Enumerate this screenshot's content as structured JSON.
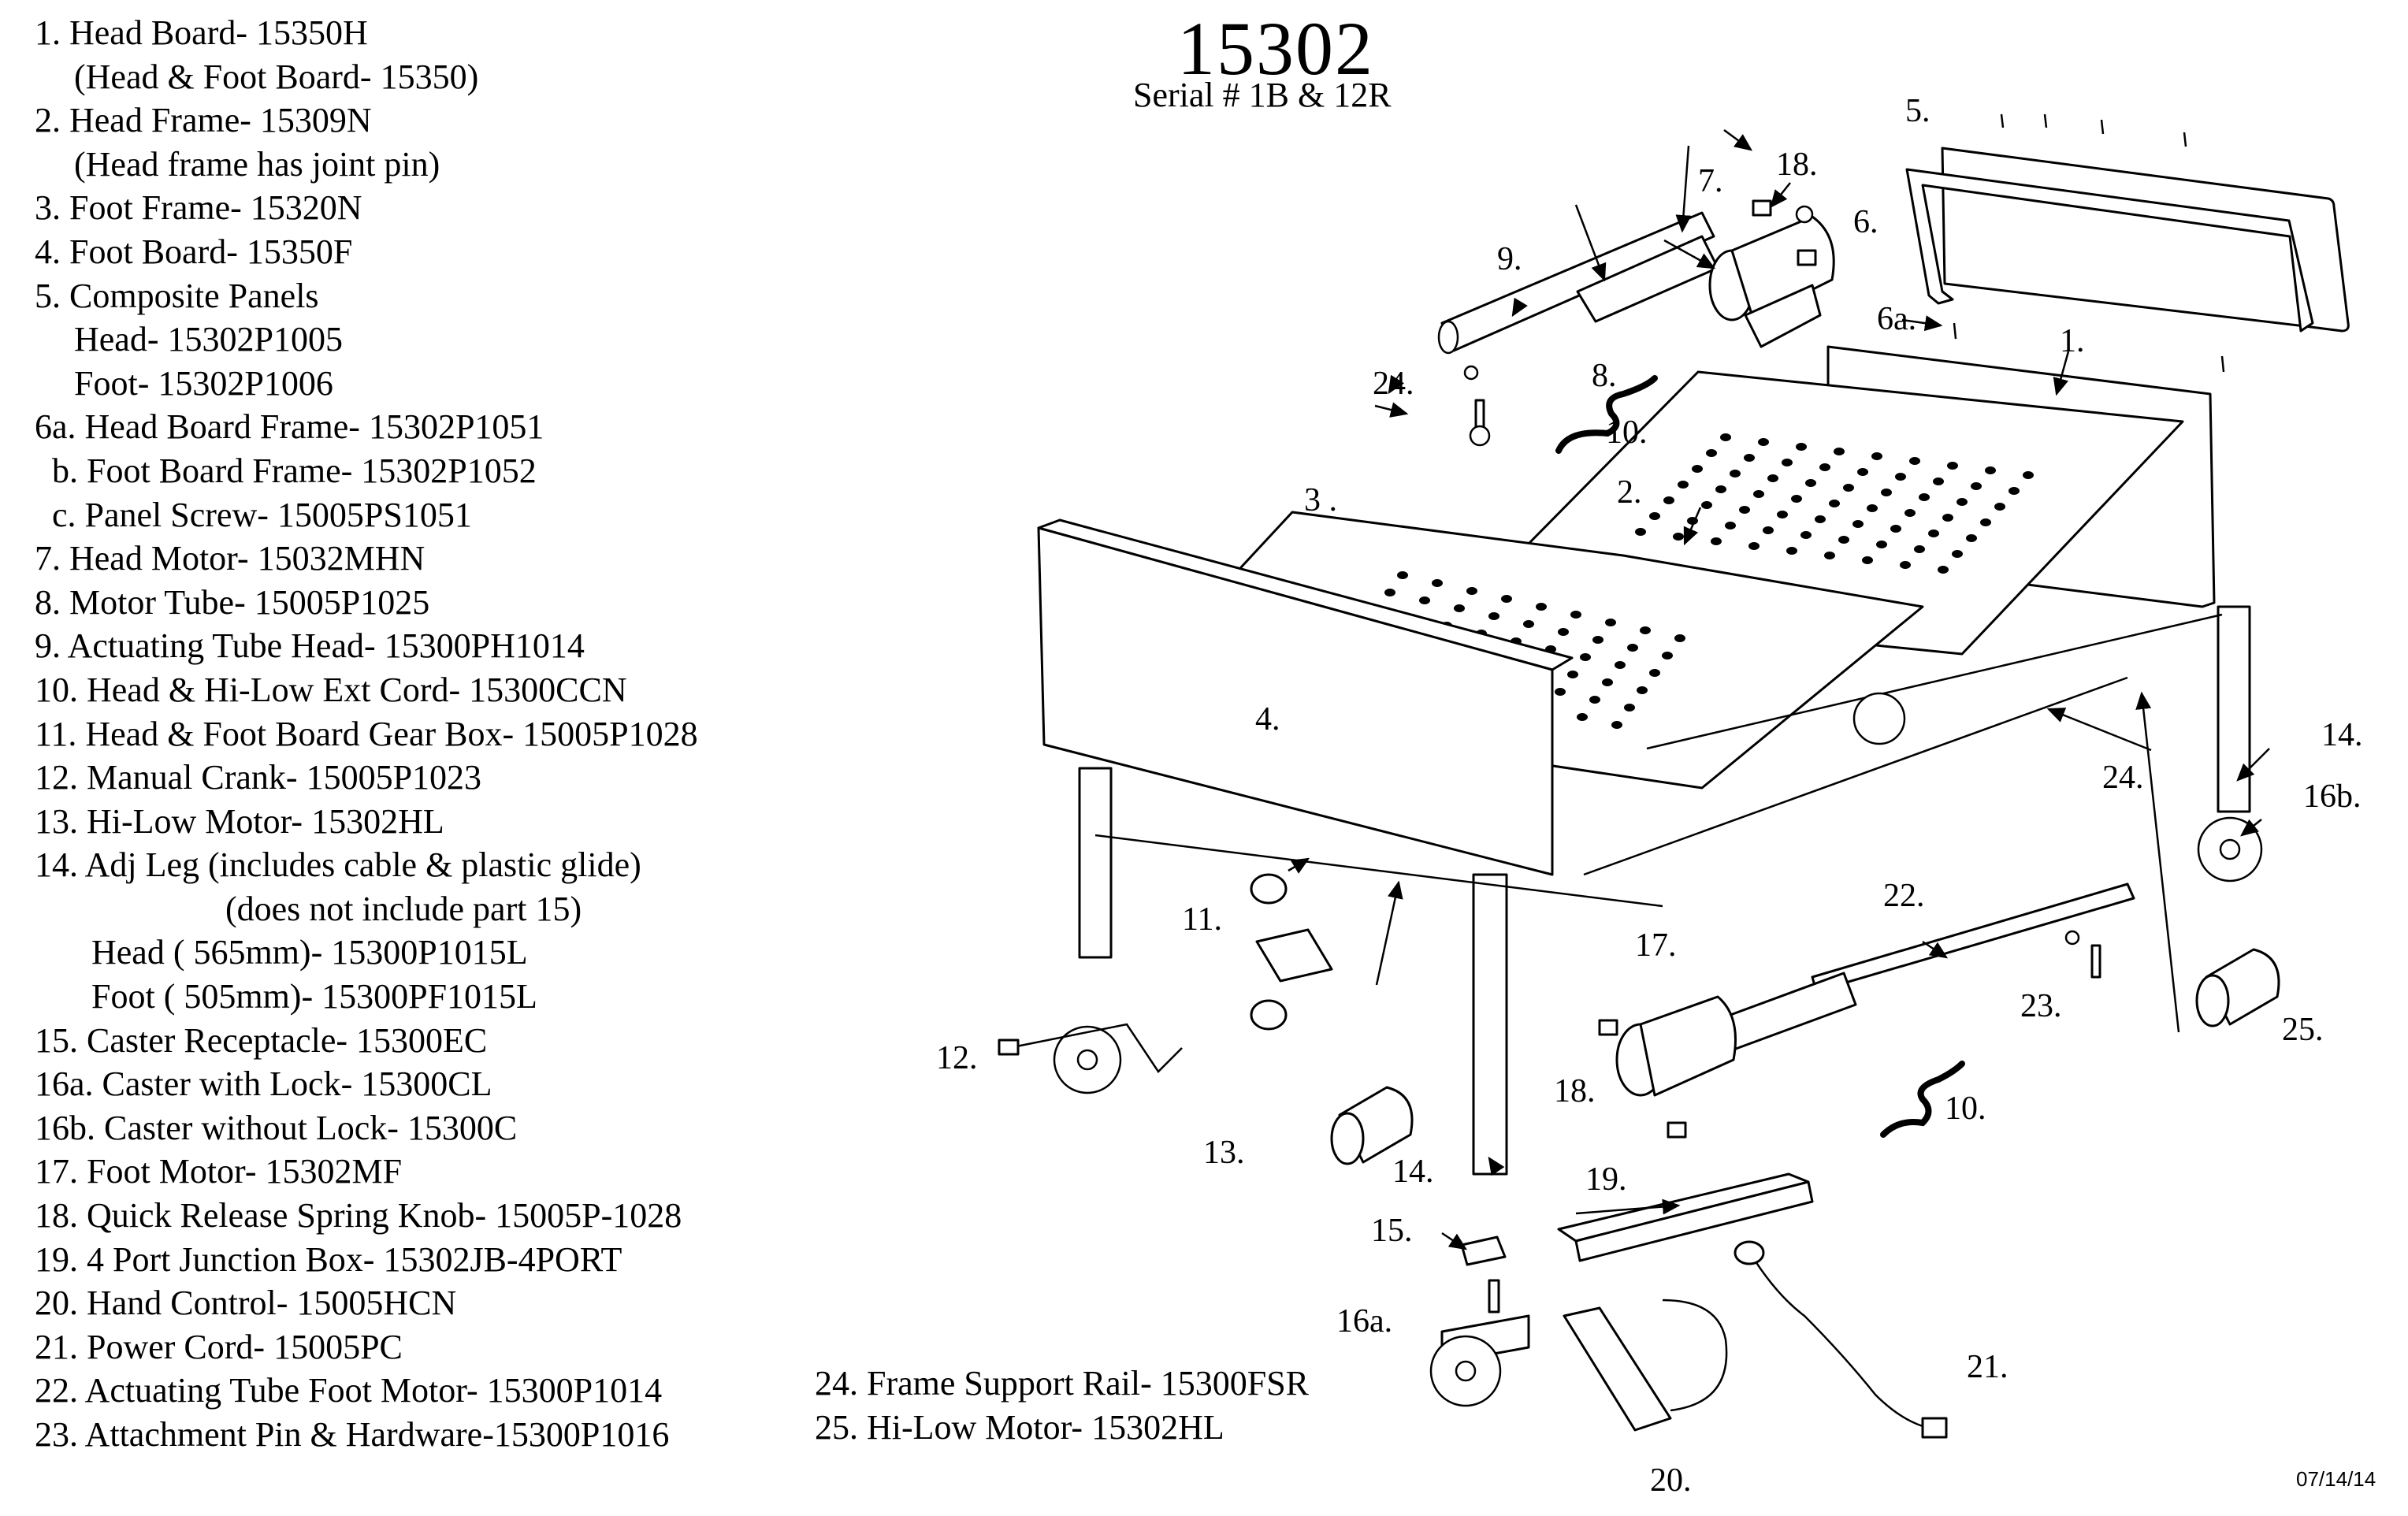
{
  "header": {
    "model_number": "15302",
    "serial": "Serial # 1B & 12R"
  },
  "footer": {
    "date": "07/14/14"
  },
  "parts_list": [
    {
      "text": "1. Head Board- 15350H",
      "indent": "none"
    },
    {
      "text": "(Head & Foot Board- 15350)",
      "indent": "sub"
    },
    {
      "text": "2. Head Frame- 15309N",
      "indent": "none"
    },
    {
      "text": "(Head frame has joint pin)",
      "indent": "sub"
    },
    {
      "text": "3. Foot Frame- 15320N",
      "indent": "none"
    },
    {
      "text": "4. Foot Board- 15350F",
      "indent": "none"
    },
    {
      "text": "5. Composite Panels",
      "indent": "none"
    },
    {
      "text": "Head- 15302P1005",
      "indent": "sub"
    },
    {
      "text": "Foot- 15302P1006",
      "indent": "sub"
    },
    {
      "text": "6a. Head Board Frame- 15302P1051",
      "indent": "none"
    },
    {
      "text": "b. Foot Board Frame- 15302P1052",
      "indent": "letter"
    },
    {
      "text": "c. Panel Screw- 15005PS1051",
      "indent": "letter"
    },
    {
      "text": "7. Head Motor- 15032MHN",
      "indent": "none"
    },
    {
      "text": "8. Motor Tube- 15005P1025",
      "indent": "none"
    },
    {
      "text": "9. Actuating Tube Head- 15300PH1014",
      "indent": "none"
    },
    {
      "text": "10. Head & Hi-Low Ext Cord- 15300CCN",
      "indent": "none"
    },
    {
      "text": "11. Head & Foot Board Gear Box- 15005P1028",
      "indent": "none"
    },
    {
      "text": "12. Manual Crank- 15005P1023",
      "indent": "none"
    },
    {
      "text": "13. Hi-Low Motor- 15302HL",
      "indent": "none"
    },
    {
      "text": "14. Adj Leg (includes cable & plastic glide)",
      "indent": "none"
    },
    {
      "text": "(does not include part 15)",
      "indent": "deep"
    },
    {
      "text": "Head ( 565mm)- 15300P1015L",
      "indent": "sub2"
    },
    {
      "text": "Foot ( 505mm)- 15300PF1015L",
      "indent": "sub2"
    },
    {
      "text": "15. Caster Receptacle- 15300EC",
      "indent": "none"
    },
    {
      "text": "16a. Caster with Lock- 15300CL",
      "indent": "none"
    },
    {
      "text": "16b. Caster without Lock- 15300C",
      "indent": "none"
    },
    {
      "text": "17. Foot Motor- 15302MF",
      "indent": "none"
    },
    {
      "text": "18. Quick Release Spring Knob- 15005P-1028",
      "indent": "none"
    },
    {
      "text": "19. 4 Port Junction Box- 15302JB-4PORT",
      "indent": "none"
    },
    {
      "text": "20. Hand Control- 15005HCN",
      "indent": "none"
    },
    {
      "text": "21. Power Cord- 15005PC",
      "indent": "none"
    },
    {
      "text": "22. Actuating Tube Foot Motor- 15300P1014",
      "indent": "none"
    },
    {
      "text": "23. Attachment Pin & Hardware-15300P1016",
      "indent": "none"
    }
  ],
  "parts_list_2": [
    {
      "text": "24. Frame Support Rail- 15300FSR"
    },
    {
      "text": "25. Hi-Low Motor- 15302HL"
    }
  ],
  "callouts": {
    "c1": "1.",
    "c2": "2.",
    "c3": "3 .",
    "c4": "4.",
    "c5": "5.",
    "c6": "6.",
    "c6a": "6a.",
    "c7": "7.",
    "c8": "8.",
    "c9": "9.",
    "c10a": "10.",
    "c10b": "10.",
    "c11": "11.",
    "c12": "12.",
    "c13": "13.",
    "c14a": "14.",
    "c14b": "14.",
    "c15": "15.",
    "c16a": "16a.",
    "c16b": "16b.",
    "c17": "17.",
    "c18a": "18.",
    "c18b": "18.",
    "c19": "19.",
    "c20": "20.",
    "c21": "21.",
    "c22": "22.",
    "c23": "23.",
    "c24a": "24.",
    "c24b": "24.",
    "c25": "25."
  }
}
